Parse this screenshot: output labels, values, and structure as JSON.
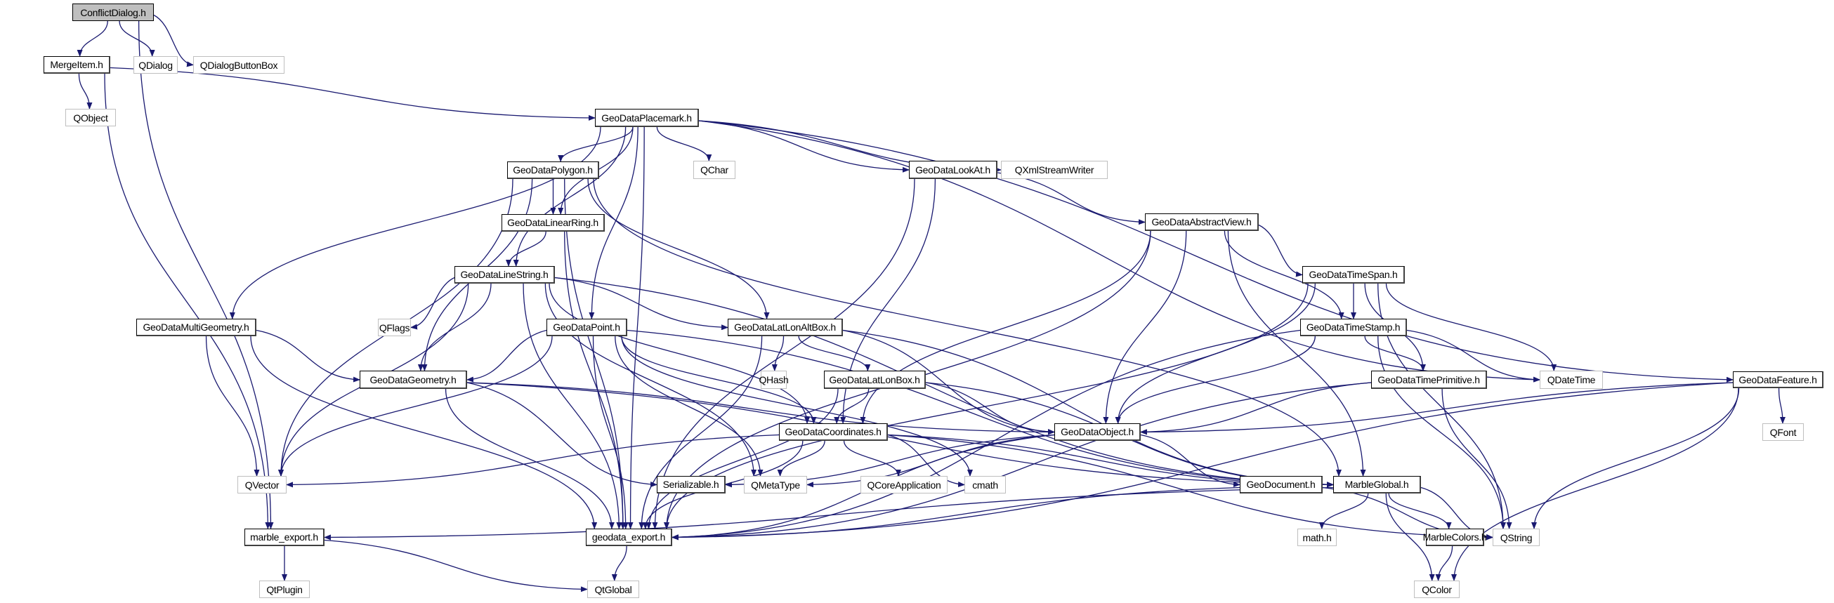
{
  "title": "ConflictDialog.h include dependency graph",
  "colors": {
    "edge": "#191970",
    "root_fill": "#bfbfbf",
    "documented_border": "#000000",
    "external_border": "#bfbfbf"
  },
  "nodes": [
    {
      "id": "ConflictDialog",
      "label": "ConflictDialog.h",
      "kind": "root"
    },
    {
      "id": "MergeItem",
      "label": "MergeItem.h",
      "kind": "doc"
    },
    {
      "id": "QDialog",
      "label": "QDialog",
      "kind": "ext"
    },
    {
      "id": "QDialogButtonBox",
      "label": "QDialogButtonBox",
      "kind": "ext"
    },
    {
      "id": "QObject",
      "label": "QObject",
      "kind": "ext"
    },
    {
      "id": "GeoDataPlacemark",
      "label": "GeoDataPlacemark.h",
      "kind": "doc"
    },
    {
      "id": "GeoDataPolygon",
      "label": "GeoDataPolygon.h",
      "kind": "doc"
    },
    {
      "id": "QChar",
      "label": "QChar",
      "kind": "ext"
    },
    {
      "id": "GeoDataLookAt",
      "label": "GeoDataLookAt.h",
      "kind": "doc"
    },
    {
      "id": "QXmlStreamWriter",
      "label": "QXmlStreamWriter",
      "kind": "ext"
    },
    {
      "id": "GeoDataLinearRing",
      "label": "GeoDataLinearRing.h",
      "kind": "doc"
    },
    {
      "id": "GeoDataAbstractView",
      "label": "GeoDataAbstractView.h",
      "kind": "doc"
    },
    {
      "id": "GeoDataLineString",
      "label": "GeoDataLineString.h",
      "kind": "doc"
    },
    {
      "id": "GeoDataTimeSpan",
      "label": "GeoDataTimeSpan.h",
      "kind": "doc"
    },
    {
      "id": "GeoDataMultiGeometry",
      "label": "GeoDataMultiGeometry.h",
      "kind": "doc"
    },
    {
      "id": "QFlags",
      "label": "QFlags",
      "kind": "ext"
    },
    {
      "id": "GeoDataPoint",
      "label": "GeoDataPoint.h",
      "kind": "doc"
    },
    {
      "id": "GeoDataLatLonAltBox",
      "label": "GeoDataLatLonAltBox.h",
      "kind": "doc"
    },
    {
      "id": "GeoDataTimeStamp",
      "label": "GeoDataTimeStamp.h",
      "kind": "doc"
    },
    {
      "id": "GeoDataGeometry",
      "label": "GeoDataGeometry.h",
      "kind": "doc"
    },
    {
      "id": "QHash",
      "label": "QHash",
      "kind": "ext"
    },
    {
      "id": "GeoDataLatLonBox",
      "label": "GeoDataLatLonBox.h",
      "kind": "doc"
    },
    {
      "id": "GeoDataTimePrimitive",
      "label": "GeoDataTimePrimitive.h",
      "kind": "doc"
    },
    {
      "id": "QDateTime",
      "label": "QDateTime",
      "kind": "ext"
    },
    {
      "id": "GeoDataFeature",
      "label": "GeoDataFeature.h",
      "kind": "doc"
    },
    {
      "id": "GeoDataCoordinates",
      "label": "GeoDataCoordinates.h",
      "kind": "doc"
    },
    {
      "id": "GeoDataObject",
      "label": "GeoDataObject.h",
      "kind": "doc"
    },
    {
      "id": "QFont",
      "label": "QFont",
      "kind": "ext"
    },
    {
      "id": "QVector",
      "label": "QVector",
      "kind": "ext"
    },
    {
      "id": "Serializable",
      "label": "Serializable.h",
      "kind": "doc"
    },
    {
      "id": "QMetaType",
      "label": "QMetaType",
      "kind": "ext"
    },
    {
      "id": "QCoreApplication",
      "label": "QCoreApplication",
      "kind": "ext"
    },
    {
      "id": "cmath",
      "label": "cmath",
      "kind": "ext"
    },
    {
      "id": "GeoDocument",
      "label": "GeoDocument.h",
      "kind": "doc"
    },
    {
      "id": "MarbleGlobal",
      "label": "MarbleGlobal.h",
      "kind": "doc"
    },
    {
      "id": "marble_export",
      "label": "marble_export.h",
      "kind": "doc"
    },
    {
      "id": "geodata_export",
      "label": "geodata_export.h",
      "kind": "doc"
    },
    {
      "id": "math_h",
      "label": "math.h",
      "kind": "ext"
    },
    {
      "id": "MarbleColors",
      "label": "MarbleColors.h",
      "kind": "doc"
    },
    {
      "id": "QString",
      "label": "QString",
      "kind": "ext"
    },
    {
      "id": "QtPlugin",
      "label": "QtPlugin",
      "kind": "ext"
    },
    {
      "id": "QtGlobal",
      "label": "QtGlobal",
      "kind": "ext"
    },
    {
      "id": "QColor",
      "label": "QColor",
      "kind": "ext"
    }
  ],
  "edges": [
    [
      "ConflictDialog",
      "MergeItem"
    ],
    [
      "ConflictDialog",
      "QDialog"
    ],
    [
      "ConflictDialog",
      "QDialogButtonBox"
    ],
    [
      "ConflictDialog",
      "marble_export"
    ],
    [
      "MergeItem",
      "QObject"
    ],
    [
      "MergeItem",
      "GeoDataPlacemark"
    ],
    [
      "MergeItem",
      "marble_export"
    ],
    [
      "GeoDataPlacemark",
      "GeoDataPolygon"
    ],
    [
      "GeoDataPlacemark",
      "QChar"
    ],
    [
      "GeoDataPlacemark",
      "GeoDataLookAt"
    ],
    [
      "GeoDataPlacemark",
      "QXmlStreamWriter"
    ],
    [
      "GeoDataPlacemark",
      "GeoDataLinearRing"
    ],
    [
      "GeoDataPlacemark",
      "GeoDataLineString"
    ],
    [
      "GeoDataPlacemark",
      "GeoDataMultiGeometry"
    ],
    [
      "GeoDataPlacemark",
      "GeoDataPoint"
    ],
    [
      "GeoDataPlacemark",
      "GeoDataFeature"
    ],
    [
      "GeoDataPlacemark",
      "QDateTime"
    ],
    [
      "GeoDataPlacemark",
      "geodata_export"
    ],
    [
      "GeoDataPolygon",
      "GeoDataLinearRing"
    ],
    [
      "GeoDataPolygon",
      "GeoDataGeometry"
    ],
    [
      "GeoDataPolygon",
      "GeoDataLatLonAltBox"
    ],
    [
      "GeoDataPolygon",
      "QVector"
    ],
    [
      "GeoDataPolygon",
      "geodata_export"
    ],
    [
      "GeoDataPolygon",
      "MarbleGlobal"
    ],
    [
      "GeoDataLookAt",
      "GeoDataAbstractView"
    ],
    [
      "GeoDataLookAt",
      "GeoDataCoordinates"
    ],
    [
      "GeoDataLookAt",
      "geodata_export"
    ],
    [
      "GeoDataLinearRing",
      "GeoDataLineString"
    ],
    [
      "GeoDataLinearRing",
      "geodata_export"
    ],
    [
      "GeoDataAbstractView",
      "GeoDataTimeSpan"
    ],
    [
      "GeoDataAbstractView",
      "GeoDataTimeStamp"
    ],
    [
      "GeoDataAbstractView",
      "GeoDataObject"
    ],
    [
      "GeoDataAbstractView",
      "GeoDataCoordinates"
    ],
    [
      "GeoDataAbstractView",
      "geodata_export"
    ],
    [
      "GeoDataAbstractView",
      "MarbleGlobal"
    ],
    [
      "GeoDataLineString",
      "QFlags"
    ],
    [
      "GeoDataLineString",
      "GeoDataGeometry"
    ],
    [
      "GeoDataLineString",
      "GeoDataLatLonAltBox"
    ],
    [
      "GeoDataLineString",
      "GeoDataCoordinates"
    ],
    [
      "GeoDataLineString",
      "QVector"
    ],
    [
      "GeoDataLineString",
      "QMetaType"
    ],
    [
      "GeoDataLineString",
      "MarbleGlobal"
    ],
    [
      "GeoDataLineString",
      "geodata_export"
    ],
    [
      "GeoDataTimeSpan",
      "GeoDataTimeStamp"
    ],
    [
      "GeoDataTimeSpan",
      "GeoDataTimePrimitive"
    ],
    [
      "GeoDataTimeSpan",
      "QDateTime"
    ],
    [
      "GeoDataTimeSpan",
      "GeoDataObject"
    ],
    [
      "GeoDataTimeSpan",
      "QString"
    ],
    [
      "GeoDataTimeSpan",
      "geodata_export"
    ],
    [
      "GeoDataMultiGeometry",
      "GeoDataGeometry"
    ],
    [
      "GeoDataMultiGeometry",
      "QVector"
    ],
    [
      "GeoDataMultiGeometry",
      "geodata_export"
    ],
    [
      "GeoDataPoint",
      "GeoDataGeometry"
    ],
    [
      "GeoDataPoint",
      "GeoDataCoordinates"
    ],
    [
      "GeoDataPoint",
      "QMetaType"
    ],
    [
      "GeoDataPoint",
      "QVector"
    ],
    [
      "GeoDataPoint",
      "MarbleGlobal"
    ],
    [
      "GeoDataPoint",
      "cmath"
    ],
    [
      "GeoDataPoint",
      "geodata_export"
    ],
    [
      "GeoDataLatLonAltBox",
      "QHash"
    ],
    [
      "GeoDataLatLonAltBox",
      "GeoDataLatLonBox"
    ],
    [
      "GeoDataLatLonAltBox",
      "GeoDataObject"
    ],
    [
      "GeoDataLatLonAltBox",
      "MarbleGlobal"
    ],
    [
      "GeoDataLatLonAltBox",
      "geodata_export"
    ],
    [
      "GeoDataTimeStamp",
      "GeoDataTimePrimitive"
    ],
    [
      "GeoDataTimeStamp",
      "QDateTime"
    ],
    [
      "GeoDataTimeStamp",
      "GeoDataObject"
    ],
    [
      "GeoDataTimeStamp",
      "QString"
    ],
    [
      "GeoDataTimeStamp",
      "geodata_export"
    ],
    [
      "GeoDataGeometry",
      "GeoDataObject"
    ],
    [
      "GeoDataGeometry",
      "Serializable"
    ],
    [
      "GeoDataGeometry",
      "MarbleGlobal"
    ],
    [
      "GeoDataGeometry",
      "geodata_export"
    ],
    [
      "GeoDataLatLonBox",
      "GeoDataCoordinates"
    ],
    [
      "GeoDataLatLonBox",
      "GeoDataObject"
    ],
    [
      "GeoDataLatLonBox",
      "MarbleGlobal"
    ],
    [
      "GeoDataLatLonBox",
      "geodata_export"
    ],
    [
      "GeoDataTimePrimitive",
      "GeoDataObject"
    ],
    [
      "GeoDataTimePrimitive",
      "QString"
    ],
    [
      "GeoDataTimePrimitive",
      "geodata_export"
    ],
    [
      "GeoDataFeature",
      "GeoDataObject"
    ],
    [
      "GeoDataFeature",
      "QFont"
    ],
    [
      "GeoDataFeature",
      "QString"
    ],
    [
      "GeoDataFeature",
      "QColor"
    ],
    [
      "GeoDataFeature",
      "geodata_export"
    ],
    [
      "GeoDataCoordinates",
      "QVector"
    ],
    [
      "GeoDataCoordinates",
      "QMetaType"
    ],
    [
      "GeoDataCoordinates",
      "QCoreApplication"
    ],
    [
      "GeoDataCoordinates",
      "cmath"
    ],
    [
      "GeoDataCoordinates",
      "MarbleGlobal"
    ],
    [
      "GeoDataCoordinates",
      "QString"
    ],
    [
      "GeoDataCoordinates",
      "geodata_export"
    ],
    [
      "GeoDataObject",
      "GeoDocument"
    ],
    [
      "GeoDataObject",
      "Serializable"
    ],
    [
      "GeoDataObject",
      "QMetaType"
    ],
    [
      "GeoDataObject",
      "geodata_export"
    ],
    [
      "GeoDocument",
      "QString"
    ],
    [
      "GeoDocument",
      "geodata_export"
    ],
    [
      "MarbleGlobal",
      "math_h"
    ],
    [
      "MarbleGlobal",
      "MarbleColors"
    ],
    [
      "MarbleGlobal",
      "QString"
    ],
    [
      "MarbleGlobal",
      "QColor"
    ],
    [
      "MarbleGlobal",
      "marble_export"
    ],
    [
      "MarbleColors",
      "QColor"
    ],
    [
      "marble_export",
      "QtPlugin"
    ],
    [
      "marble_export",
      "QtGlobal"
    ],
    [
      "geodata_export",
      "QtGlobal"
    ]
  ]
}
